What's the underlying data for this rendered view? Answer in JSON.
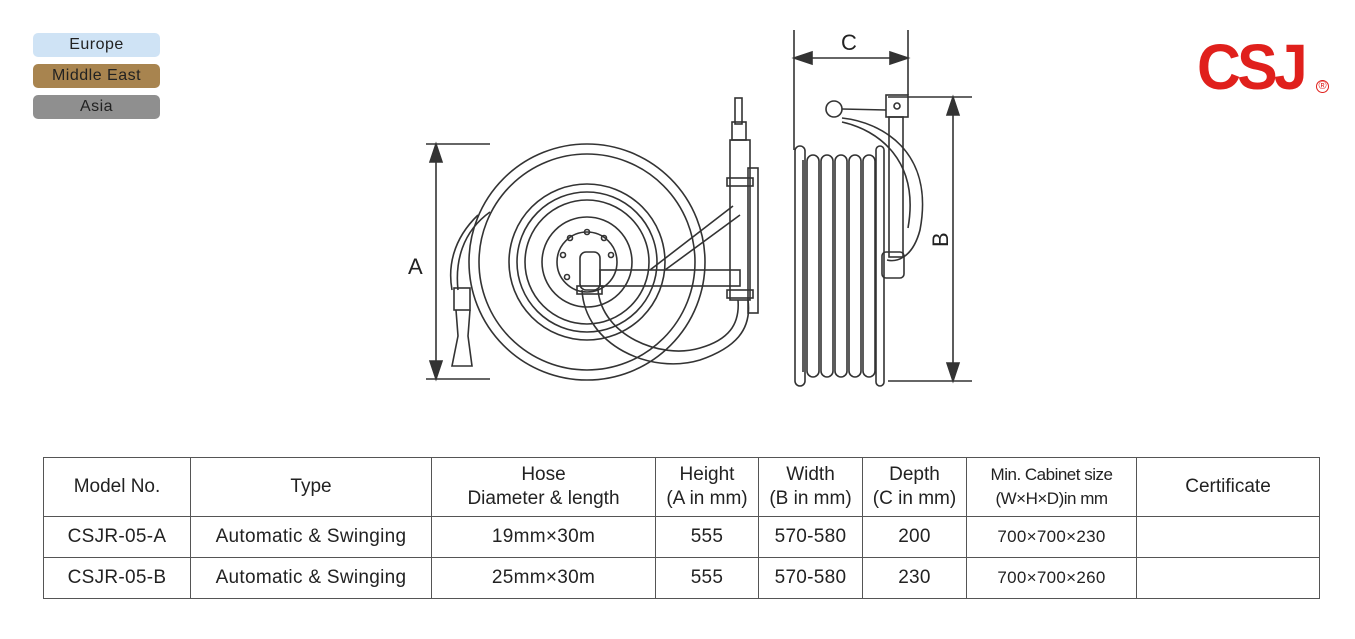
{
  "regions": [
    {
      "label": "Europe",
      "color": "#cfe3f5"
    },
    {
      "label": "Middle East",
      "color": "#a8844f"
    },
    {
      "label": "Asia",
      "color": "#8f8f8f"
    }
  ],
  "logo": {
    "text": "CSJ",
    "registered": "®",
    "color": "#e0201c"
  },
  "dimensions": {
    "a": "A",
    "b": "B",
    "c": "C"
  },
  "table": {
    "headers": {
      "model": "Model No.",
      "type": "Type",
      "hose_1": "Hose",
      "hose_2": "Diameter & length",
      "height_1": "Height",
      "height_2": "(A in mm)",
      "width_1": "Width",
      "width_2": "(B in mm)",
      "depth_1": "Depth",
      "depth_2": "(C in mm)",
      "cabinet_1": "Min. Cabinet size",
      "cabinet_2": "(W×H×D)in mm",
      "certificate": "Certificate"
    },
    "rows": [
      {
        "model": "CSJR-05-A",
        "type": "Automatic & Swinging",
        "hose": "19mm×30m",
        "height": "555",
        "width": "570-580",
        "depth": "200",
        "cabinet": "700×700×230",
        "certificate": ""
      },
      {
        "model": "CSJR-05-B",
        "type": "Automatic & Swinging",
        "hose": "25mm×30m",
        "height": "555",
        "width": "570-580",
        "depth": "230",
        "cabinet": "700×700×260",
        "certificate": ""
      }
    ]
  }
}
